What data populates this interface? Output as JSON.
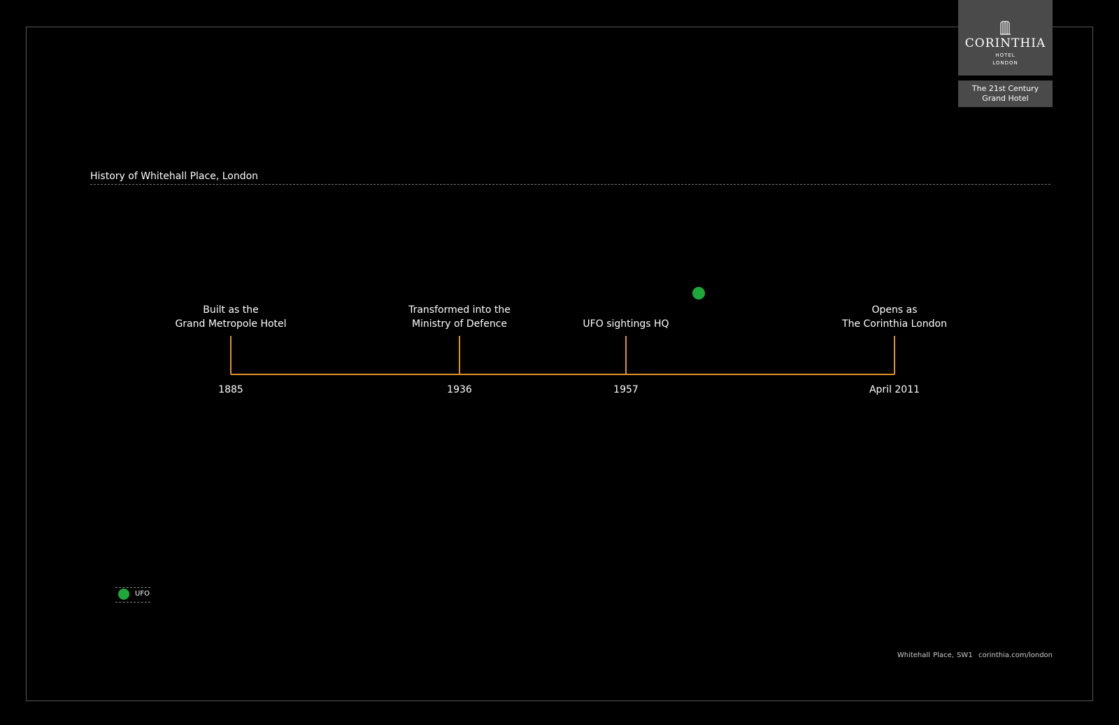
{
  "logo": {
    "brand": "CORINTHIA",
    "line1": "HOTEL",
    "line2": "LONDON",
    "tagline_1": "The 21st Century",
    "tagline_2": "Grand Hotel"
  },
  "title": "History of Whitehall Place, London",
  "timeline": [
    {
      "year": "1885",
      "label_1": "Built as the",
      "label_2": "Grand Metropole Hotel"
    },
    {
      "year": "1936",
      "label_1": "Transformed into the",
      "label_2": "Ministry of Defence"
    },
    {
      "year": "1957",
      "label_1": "",
      "label_2": "UFO sightings HQ"
    },
    {
      "year": "April 2011",
      "label_1": "Opens as",
      "label_2": "The Corinthia London"
    }
  ],
  "legend": {
    "label": "UFO",
    "color": "#1ea83a"
  },
  "accent": "#e0922a",
  "footer": {
    "address": "Whitehall Place, SW1",
    "url": "corinthia.com/london"
  }
}
